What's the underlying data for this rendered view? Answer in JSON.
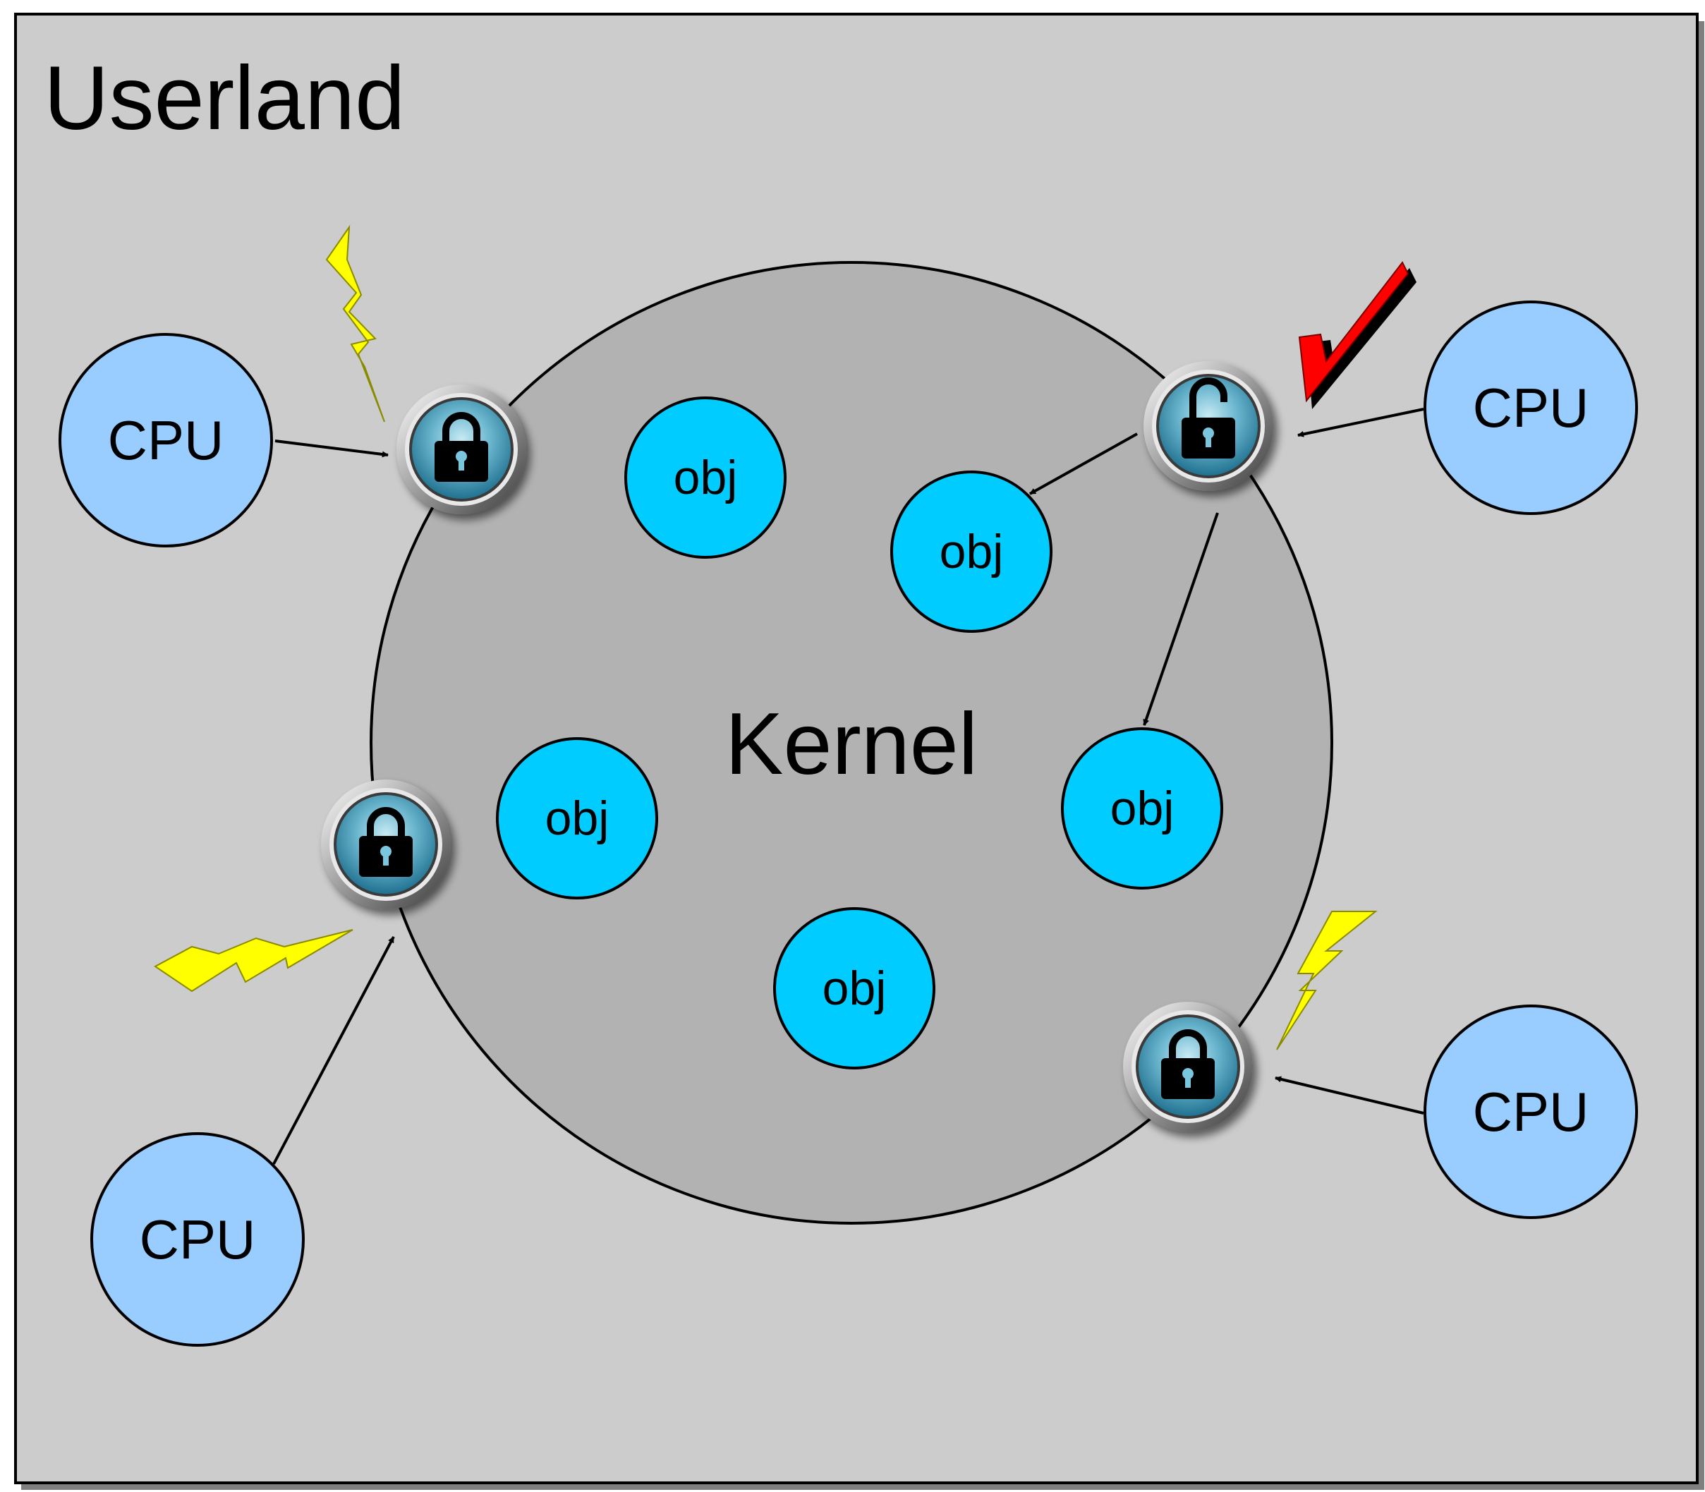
{
  "diagram": {
    "userland_label": "Userland",
    "kernel_label": "Kernel",
    "cpu_label": "CPU",
    "obj_label": "obj",
    "colors": {
      "background": "#cccccc",
      "kernel_fill": "#b2b2b2",
      "cpu_fill": "#99ccff",
      "obj_fill": "#00ccff",
      "lightning": "#ffff00",
      "checkmark": "#ff0000"
    },
    "icons": [
      "lock-closed-icon",
      "lock-open-icon",
      "lightning-icon",
      "checkmark-icon"
    ]
  }
}
